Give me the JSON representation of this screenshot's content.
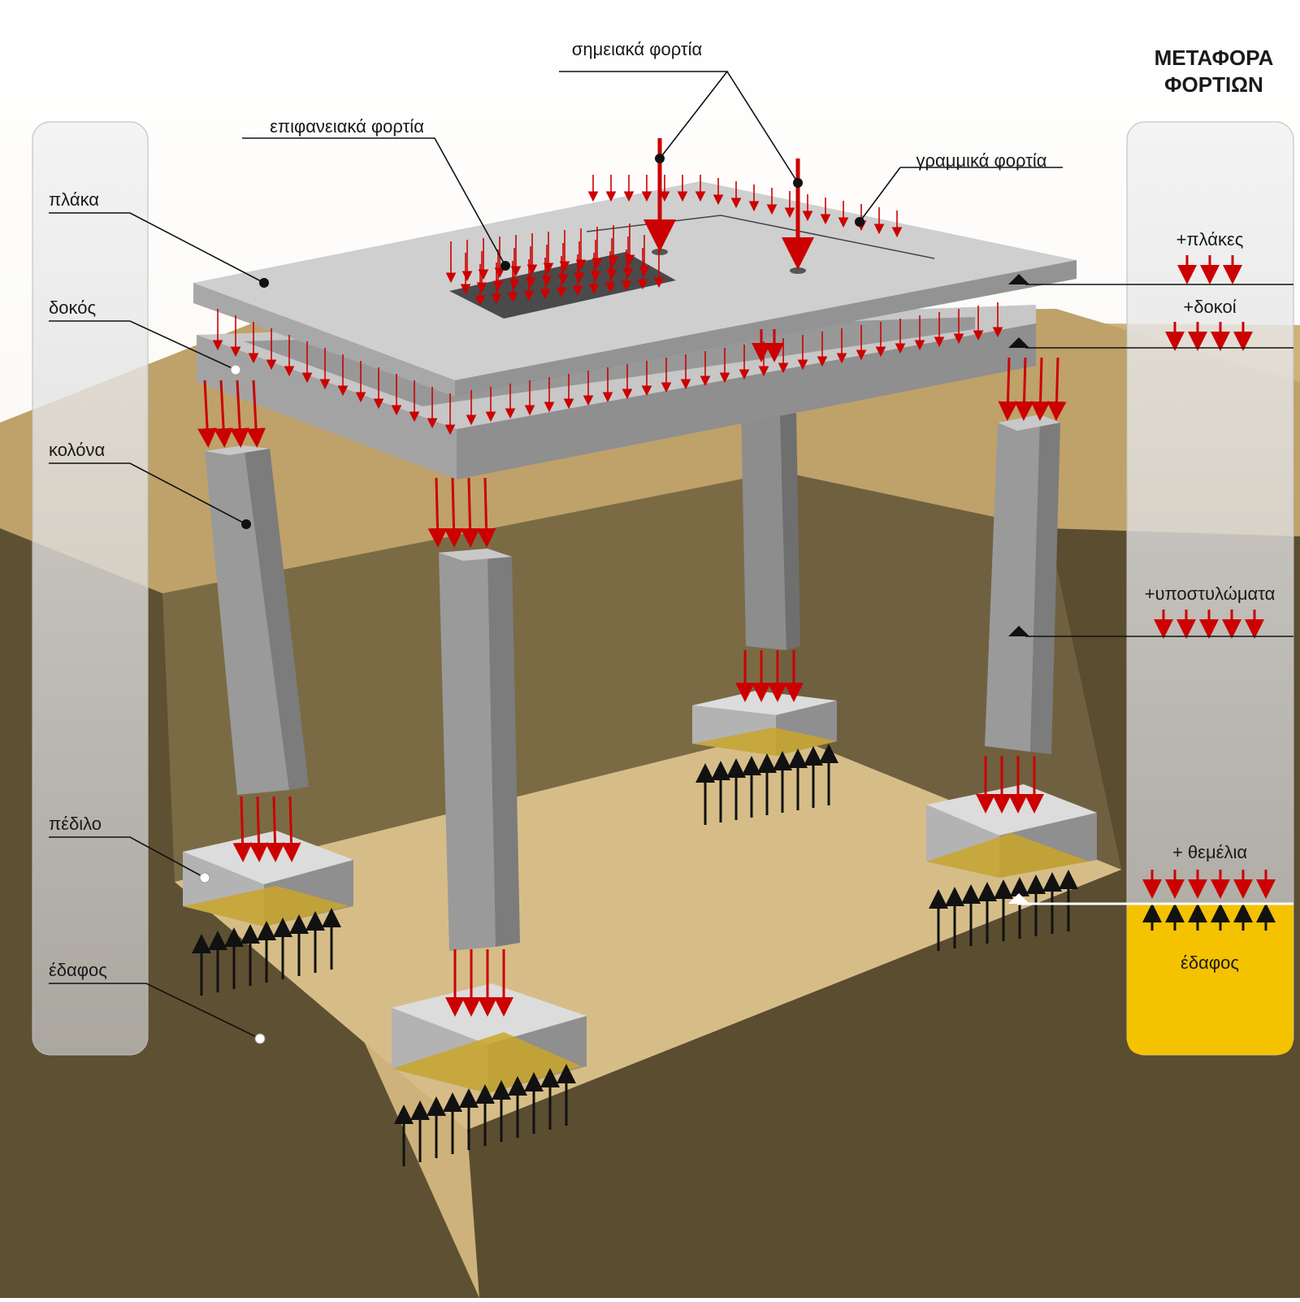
{
  "title": {
    "line1": "ΜΕΤΑΦΟΡΑ",
    "line2": "ΦΟΡΤΙΩΝ"
  },
  "callouts": {
    "point_loads": "σημειακά φορτία",
    "surface_loads": "επιφανειακά φορτία",
    "line_loads": "γραμμικά φορτία"
  },
  "left_labels": {
    "slab": "πλάκα",
    "beam": "δοκός",
    "column": "κολόνα",
    "footing": "πέδιλο",
    "soil": "έδαφος"
  },
  "right_panel": {
    "slabs": "+πλάκες",
    "beams": "+δοκοί",
    "columns": "+υποστυλώματα",
    "foundations": "+ θεμέλια",
    "soil": "έδαφος"
  },
  "colors": {
    "load_arrow": "#cc0000",
    "reaction_arrow": "#111111",
    "concrete": "#a9a9a9",
    "soil_fill": "#f5c200",
    "earth_dark": "#5a4d30",
    "earth_floor": "#c9ad7a"
  }
}
